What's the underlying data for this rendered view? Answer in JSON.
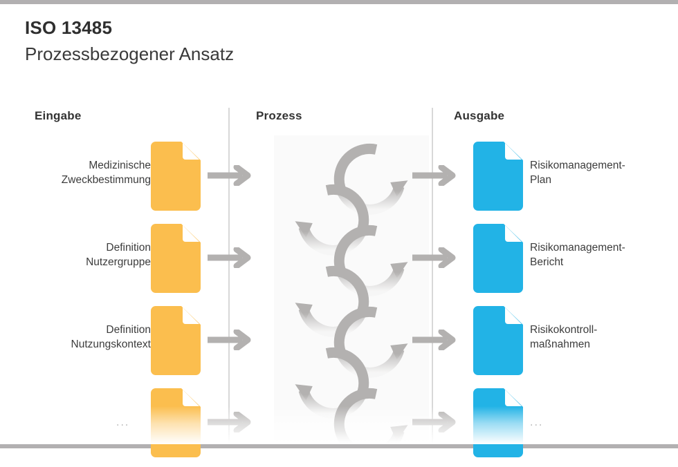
{
  "header": {
    "title": "ISO 13485",
    "subtitle": "Prozessbezogener Ansatz"
  },
  "columns": {
    "input_label": "Eingabe",
    "process_label": "Prozess",
    "output_label": "Ausgabe"
  },
  "colors": {
    "input_doc": "#fbbe4e",
    "output_doc": "#22b3e6",
    "arrow": "#b3b1b0",
    "cycle": "#b3b1b0",
    "divider": "#d8d8d8",
    "edge_bar": "#b2b0b1",
    "text": "#3c3c3c"
  },
  "rows": [
    {
      "input_line1": "Medizinische",
      "input_line2": "Zweckbestimmung",
      "output_line1": "Risikomanagement-",
      "output_line2": "Plan"
    },
    {
      "input_line1": "Definition",
      "input_line2": "Nutzergruppe",
      "output_line1": "Risikomanagement-",
      "output_line2": "Bericht"
    },
    {
      "input_line1": "Definition",
      "input_line2": "Nutzungskontext",
      "output_line1": "Risikokontroll-",
      "output_line2": "maßnahmen"
    },
    {
      "input_ellipsis": "...",
      "output_ellipsis": "..."
    }
  ],
  "icons": {
    "document": "document-icon",
    "arrow": "arrow-right-icon",
    "cycle": "circular-arrow-icon"
  }
}
